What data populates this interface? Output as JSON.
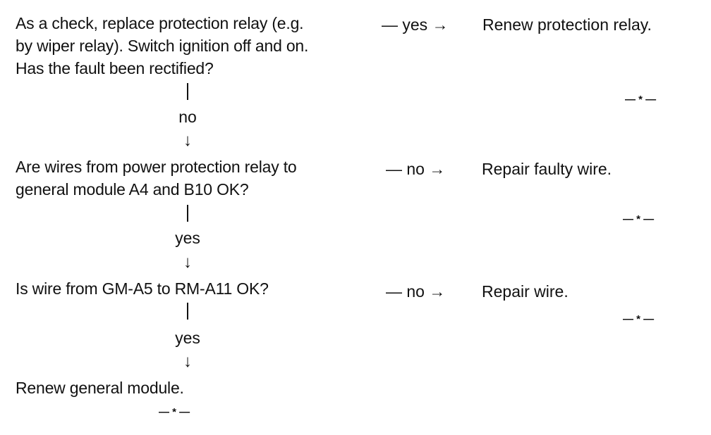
{
  "steps": [
    {
      "question": [
        "As a check, replace protection relay (e.g.",
        "by wiper relay). Switch ignition off and on.",
        "Has the fault been rectified?"
      ],
      "branch_label": "— yes →",
      "action": "Renew protection relay.",
      "end_mark": "— * —",
      "continue_label": "no",
      "arrow": "↓"
    },
    {
      "question": [
        "Are wires from power protection relay to",
        "general module A4 and B10 OK?"
      ],
      "branch_label": "— no →",
      "action": "Repair faulty wire.",
      "end_mark": "— * —",
      "continue_label": "yes",
      "arrow": "↓"
    },
    {
      "question": [
        "Is wire from GM-A5 to RM-A11 OK?"
      ],
      "branch_label": "— no →",
      "action": "Repair wire.",
      "end_mark": "— * —",
      "continue_label": "yes",
      "arrow": "↓"
    }
  ],
  "final": {
    "action": "Renew general module.",
    "end_mark": "— * —"
  }
}
